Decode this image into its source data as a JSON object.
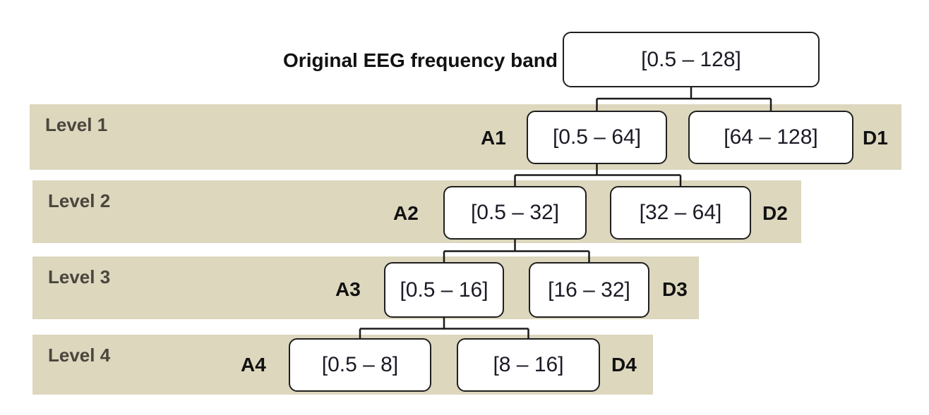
{
  "diagram": {
    "type": "wavelet-decomposition-tree",
    "root": {
      "label": "Original EEG frequency band",
      "range": "[0.5 – 128]"
    },
    "levels": [
      {
        "label": "Level 1",
        "a_label": "A1",
        "a_range": "[0.5 – 64]",
        "d_range": "[64 – 128]",
        "d_label": "D1"
      },
      {
        "label": "Level 2",
        "a_label": "A2",
        "a_range": "[0.5 – 32]",
        "d_range": "[32 – 64]",
        "d_label": "D2"
      },
      {
        "label": "Level 3",
        "a_label": "A3",
        "a_range": "[0.5 – 16]",
        "d_range": "[16 – 32]",
        "d_label": "D3"
      },
      {
        "label": "Level 4",
        "a_label": "A4",
        "a_range": "[0.5 – 8]",
        "d_range": "[8 – 16]",
        "d_label": "D4"
      }
    ],
    "colors": {
      "band_background": "#dcd7bd",
      "node_background": "#ffffff",
      "node_border": "#1f1f1f",
      "connector": "#1a1a1a",
      "range_text": "#1b1b26",
      "level_text": "#4a463d",
      "label_text": "#111111"
    }
  }
}
